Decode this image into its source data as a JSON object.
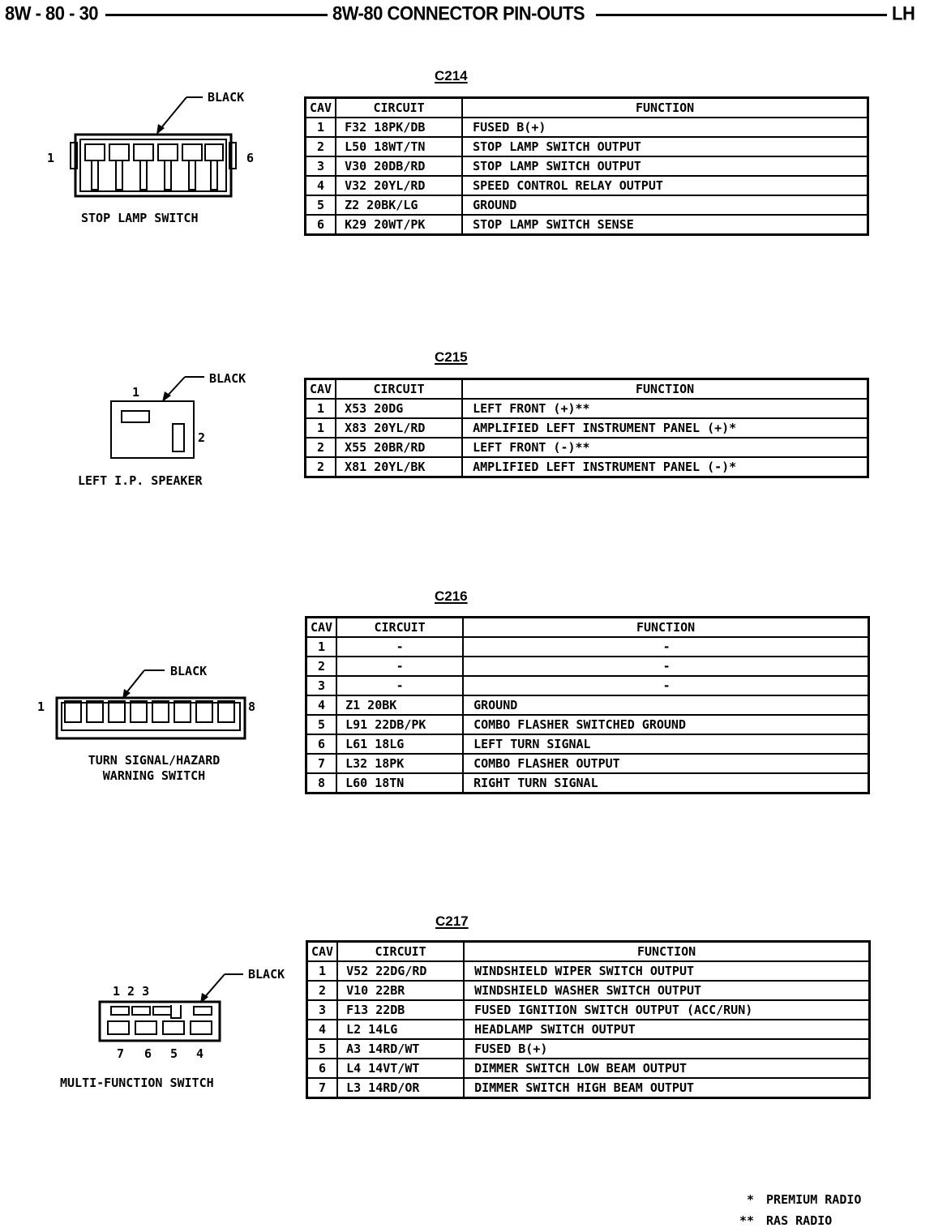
{
  "header": {
    "page_code": "8W - 80 - 30",
    "title": "8W-80 CONNECTOR PIN-OUTS",
    "side": "LH"
  },
  "columns": {
    "cav": "CAV",
    "circuit": "CIRCUIT",
    "function": "FUNCTION"
  },
  "connectors": [
    {
      "id": "C214",
      "color_label": "BLACK",
      "component": "STOP LAMP SWITCH",
      "pin_left": "1",
      "pin_right": "6",
      "rows": [
        {
          "cav": "1",
          "circuit": "F32 18PK/DB",
          "function": "FUSED B(+)"
        },
        {
          "cav": "2",
          "circuit": "L50 18WT/TN",
          "function": "STOP LAMP SWITCH OUTPUT"
        },
        {
          "cav": "3",
          "circuit": "V30 20DB/RD",
          "function": "STOP LAMP SWITCH OUTPUT"
        },
        {
          "cav": "4",
          "circuit": "V32 20YL/RD",
          "function": "SPEED CONTROL RELAY OUTPUT"
        },
        {
          "cav": "5",
          "circuit": "Z2 20BK/LG",
          "function": "GROUND"
        },
        {
          "cav": "6",
          "circuit": "K29 20WT/PK",
          "function": "STOP LAMP SWITCH SENSE"
        }
      ]
    },
    {
      "id": "C215",
      "color_label": "BLACK",
      "component": "LEFT I.P. SPEAKER",
      "pin_left": "1",
      "pin_right": "2",
      "rows": [
        {
          "cav": "1",
          "circuit": "X53 20DG",
          "function": "LEFT FRONT (+)**"
        },
        {
          "cav": "1",
          "circuit": "X83 20YL/RD",
          "function": "AMPLIFIED LEFT INSTRUMENT PANEL (+)*"
        },
        {
          "cav": "2",
          "circuit": "X55 20BR/RD",
          "function": "LEFT FRONT (-)**"
        },
        {
          "cav": "2",
          "circuit": "X81 20YL/BK",
          "function": "AMPLIFIED LEFT INSTRUMENT PANEL (-)*"
        }
      ]
    },
    {
      "id": "C216",
      "color_label": "BLACK",
      "component_line1": "TURN SIGNAL/HAZARD",
      "component_line2": "WARNING SWITCH",
      "pin_left": "1",
      "pin_right": "8",
      "rows": [
        {
          "cav": "1",
          "circuit": "-",
          "function": "-"
        },
        {
          "cav": "2",
          "circuit": "-",
          "function": "-"
        },
        {
          "cav": "3",
          "circuit": "-",
          "function": "-"
        },
        {
          "cav": "4",
          "circuit": "Z1 20BK",
          "function": "GROUND"
        },
        {
          "cav": "5",
          "circuit": "L91 22DB/PK",
          "function": "COMBO FLASHER SWITCHED GROUND"
        },
        {
          "cav": "6",
          "circuit": "L61 18LG",
          "function": "LEFT TURN SIGNAL"
        },
        {
          "cav": "7",
          "circuit": "L32 18PK",
          "function": "COMBO FLASHER OUTPUT"
        },
        {
          "cav": "8",
          "circuit": "L60 18TN",
          "function": "RIGHT TURN SIGNAL"
        }
      ]
    },
    {
      "id": "C217",
      "color_label": "BLACK",
      "component": "MULTI-FUNCTION SWITCH",
      "pins_top": "1 2 3",
      "pins_bottom": [
        "7",
        "6",
        "5",
        "4"
      ],
      "rows": [
        {
          "cav": "1",
          "circuit": "V52 22DG/RD",
          "function": "WINDSHIELD WIPER SWITCH OUTPUT"
        },
        {
          "cav": "2",
          "circuit": "V10 22BR",
          "function": "WINDSHIELD WASHER SWITCH OUTPUT"
        },
        {
          "cav": "3",
          "circuit": "F13 22DB",
          "function": "FUSED IGNITION SWITCH OUTPUT (ACC/RUN)"
        },
        {
          "cav": "4",
          "circuit": "L2 14LG",
          "function": "HEADLAMP SWITCH OUTPUT"
        },
        {
          "cav": "5",
          "circuit": "A3 14RD/WT",
          "function": "FUSED B(+)"
        },
        {
          "cav": "6",
          "circuit": "L4 14VT/WT",
          "function": "DIMMER SWITCH LOW BEAM OUTPUT"
        },
        {
          "cav": "7",
          "circuit": "L3 14RD/OR",
          "function": "DIMMER SWITCH HIGH BEAM OUTPUT"
        }
      ]
    }
  ],
  "notes": [
    {
      "mark": "*",
      "text": "PREMIUM RADIO"
    },
    {
      "mark": "**",
      "text": "RAS RADIO"
    }
  ]
}
